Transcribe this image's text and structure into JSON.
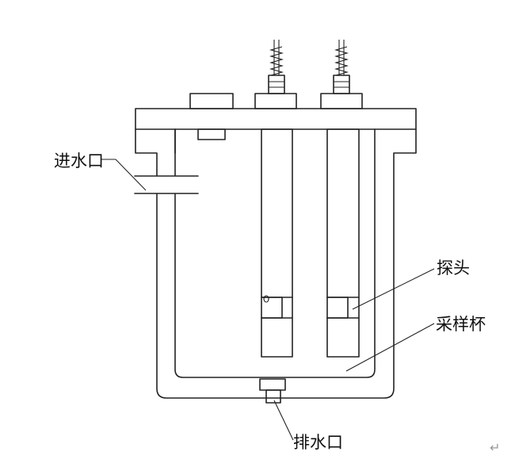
{
  "labels": {
    "inlet": "进水口",
    "probe": "探头",
    "sampling_cup": "采样杯",
    "outlet": "排水口"
  },
  "paragraph_mark": "↵"
}
